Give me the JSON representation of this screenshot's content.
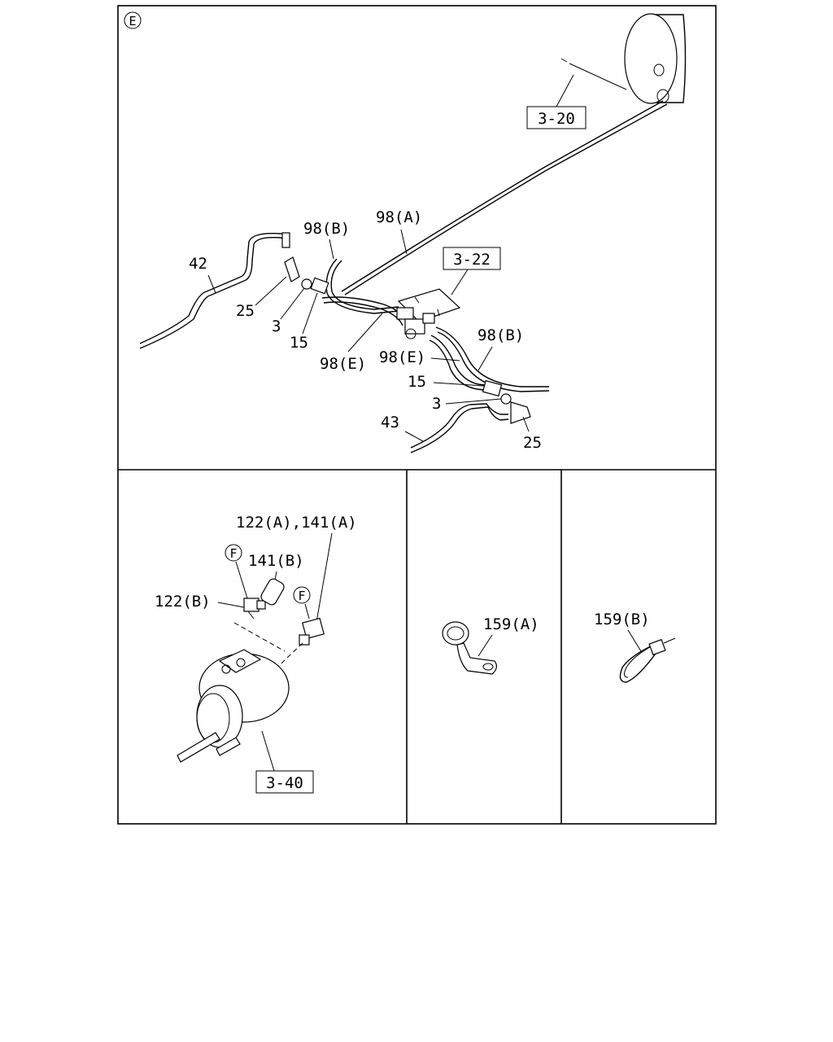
{
  "panels": {
    "top": {
      "marker": "E",
      "labels": {
        "ref_3_20": "3-20",
        "ref_3_22": "3-22",
        "p98a": "98(A)",
        "p98b_top": "98(B)",
        "p98b_right": "98(B)",
        "p98e_left": "98(E)",
        "p98e_right": "98(E)",
        "p42": "42",
        "p43": "43",
        "p25_left": "25",
        "p25_right": "25",
        "p3_left": "3",
        "p3_right": "3",
        "p15_left": "15",
        "p15_right": "15"
      }
    },
    "bottom_left": {
      "labels": {
        "p122a_141a": "122(A),141(A)",
        "p141b": "141(B)",
        "p122b": "122(B)",
        "marker_f1": "F",
        "marker_f2": "F",
        "ref_3_40": "3-40"
      }
    },
    "bottom_mid": {
      "labels": {
        "p159a": "159(A)"
      }
    },
    "bottom_right": {
      "labels": {
        "p159b": "159(B)"
      }
    }
  }
}
